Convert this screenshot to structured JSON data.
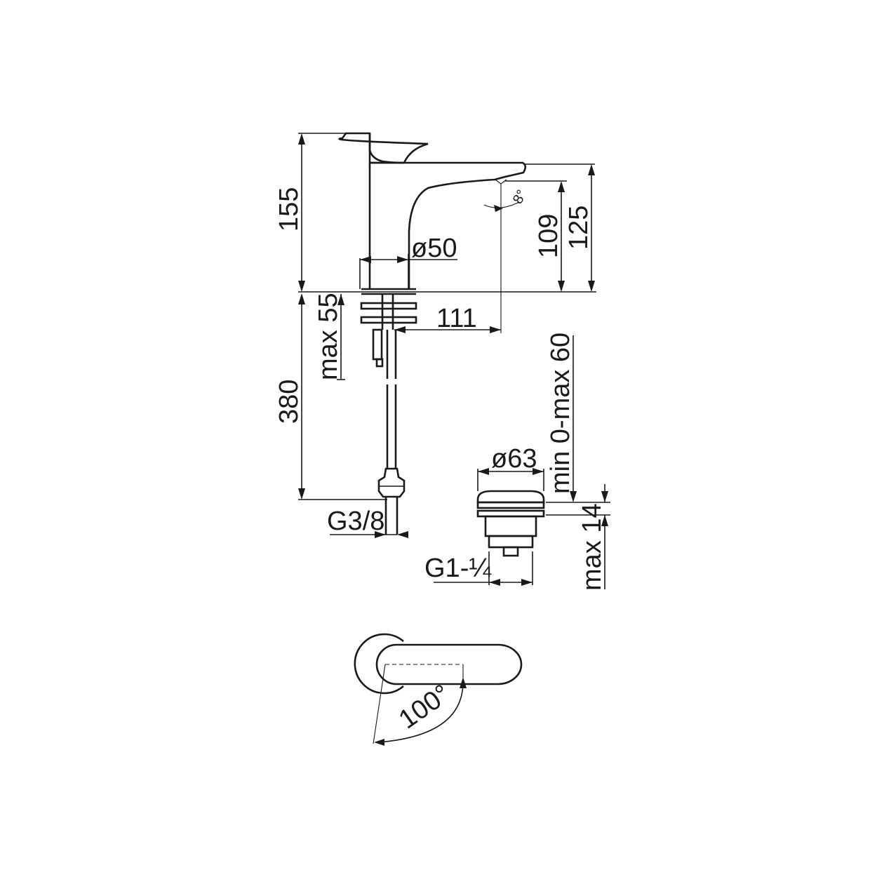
{
  "dimensions": {
    "height_total": "155",
    "spout_height": "109",
    "spout_top_height": "125",
    "body_diameter": "ø50",
    "max_thickness": "max 55",
    "spout_reach": "111",
    "hose_length": "380",
    "hose_thread": "G3/8",
    "spout_angle": "8°",
    "waste_diameter": "ø63",
    "waste_range": "min 0-max 60",
    "waste_max": "max 14",
    "waste_thread": "G1-¼",
    "lever_rotation": "100°"
  },
  "colors": {
    "line": "#1a1a1a",
    "background": "#ffffff"
  }
}
